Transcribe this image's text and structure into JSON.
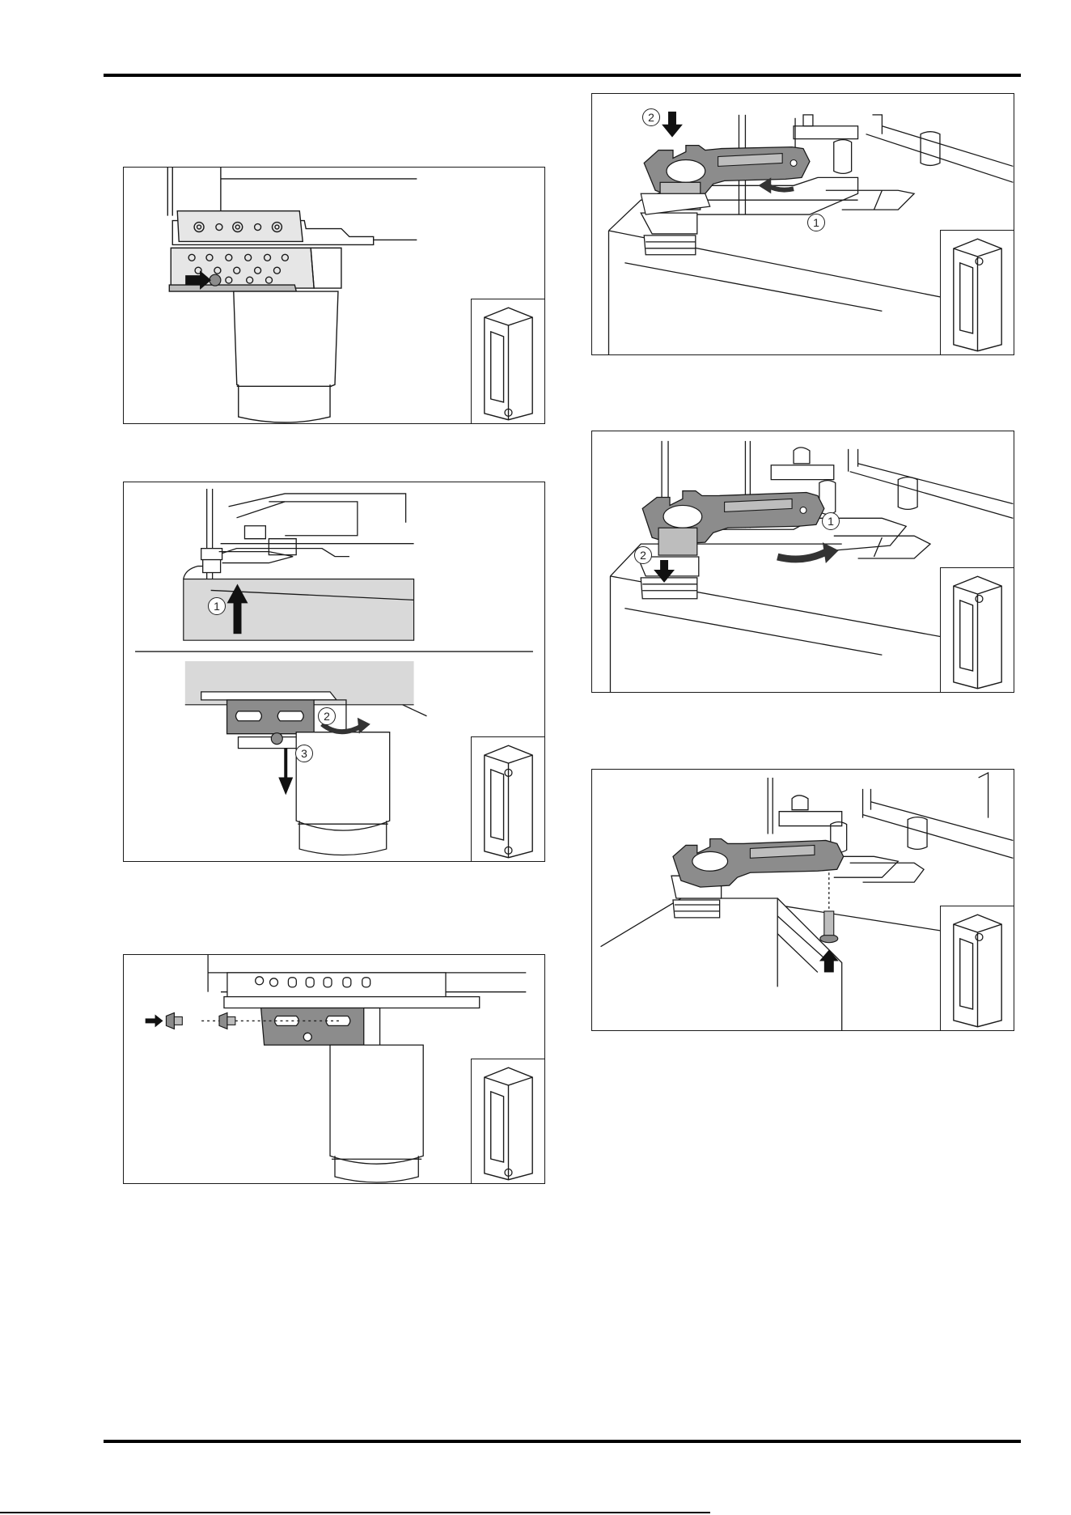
{
  "page": {
    "figures": [
      {
        "id": "fig-a",
        "column": "left"
      },
      {
        "id": "fig-b",
        "column": "left",
        "callouts": [
          "1",
          "2",
          "3"
        ]
      },
      {
        "id": "fig-c",
        "column": "left"
      },
      {
        "id": "fig-d",
        "column": "right",
        "callouts": [
          "1",
          "2"
        ]
      },
      {
        "id": "fig-e",
        "column": "right",
        "callouts": [
          "1",
          "2"
        ]
      },
      {
        "id": "fig-f",
        "column": "right"
      }
    ],
    "colors": {
      "line": "#1a1a1a",
      "shade": "#d9d9d9",
      "part": "#8c8c8c",
      "dark": "#404040"
    },
    "icons": [
      "arrow-right-icon",
      "arrow-up-icon",
      "arrow-down-icon",
      "rotate-arrow-icon",
      "cabinet-orientation-icon"
    ]
  }
}
